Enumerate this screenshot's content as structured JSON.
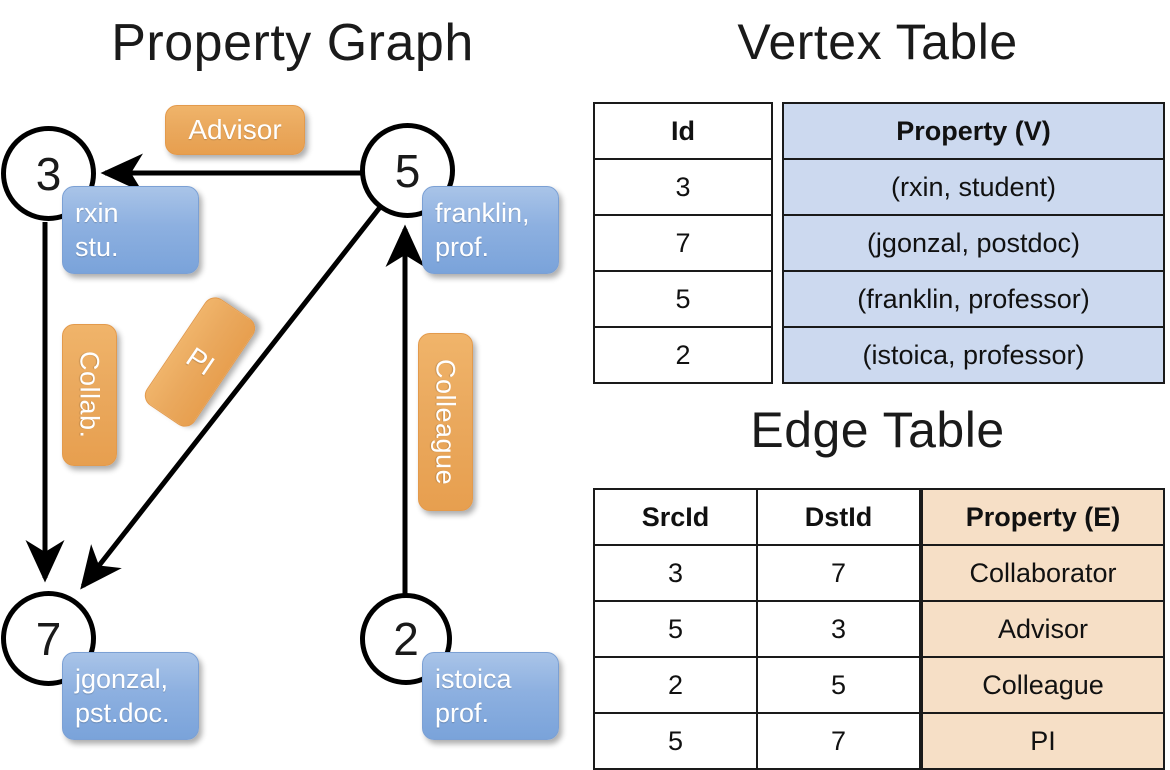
{
  "titles": {
    "property_graph": "Property Graph",
    "vertex_table": "Vertex Table",
    "edge_table": "Edge Table"
  },
  "graph": {
    "nodes": [
      {
        "id": "3",
        "property": "rxin\nstu."
      },
      {
        "id": "5",
        "property": "franklin,\nprof."
      },
      {
        "id": "7",
        "property": "jgonzal,\npst.doc."
      },
      {
        "id": "2",
        "property": "istoica\nprof."
      }
    ],
    "edge_labels": {
      "advisor": "Advisor",
      "collab": "Collab.",
      "pi": "PI",
      "colleague": "Colleague"
    }
  },
  "vertex_table": {
    "headers": [
      "Id",
      "Property (V)"
    ],
    "rows": [
      {
        "id": "3",
        "property": "(rxin, student)"
      },
      {
        "id": "7",
        "property": "(jgonzal, postdoc)"
      },
      {
        "id": "5",
        "property": "(franklin, professor)"
      },
      {
        "id": "2",
        "property": "(istoica, professor)"
      }
    ]
  },
  "edge_table": {
    "headers": [
      "SrcId",
      "DstId",
      "Property (E)"
    ],
    "rows": [
      {
        "src": "3",
        "dst": "7",
        "property": "Collaborator"
      },
      {
        "src": "5",
        "dst": "3",
        "property": "Advisor"
      },
      {
        "src": "2",
        "dst": "5",
        "property": "Colleague"
      },
      {
        "src": "5",
        "dst": "7",
        "property": "PI"
      }
    ]
  },
  "colors": {
    "vertex_fill": "#ccd9ef",
    "edge_fill": "#f6dfc6",
    "node_box": "#8db0e0",
    "edge_label_box": "#eaa95e",
    "stroke": "#1a1a1a"
  }
}
